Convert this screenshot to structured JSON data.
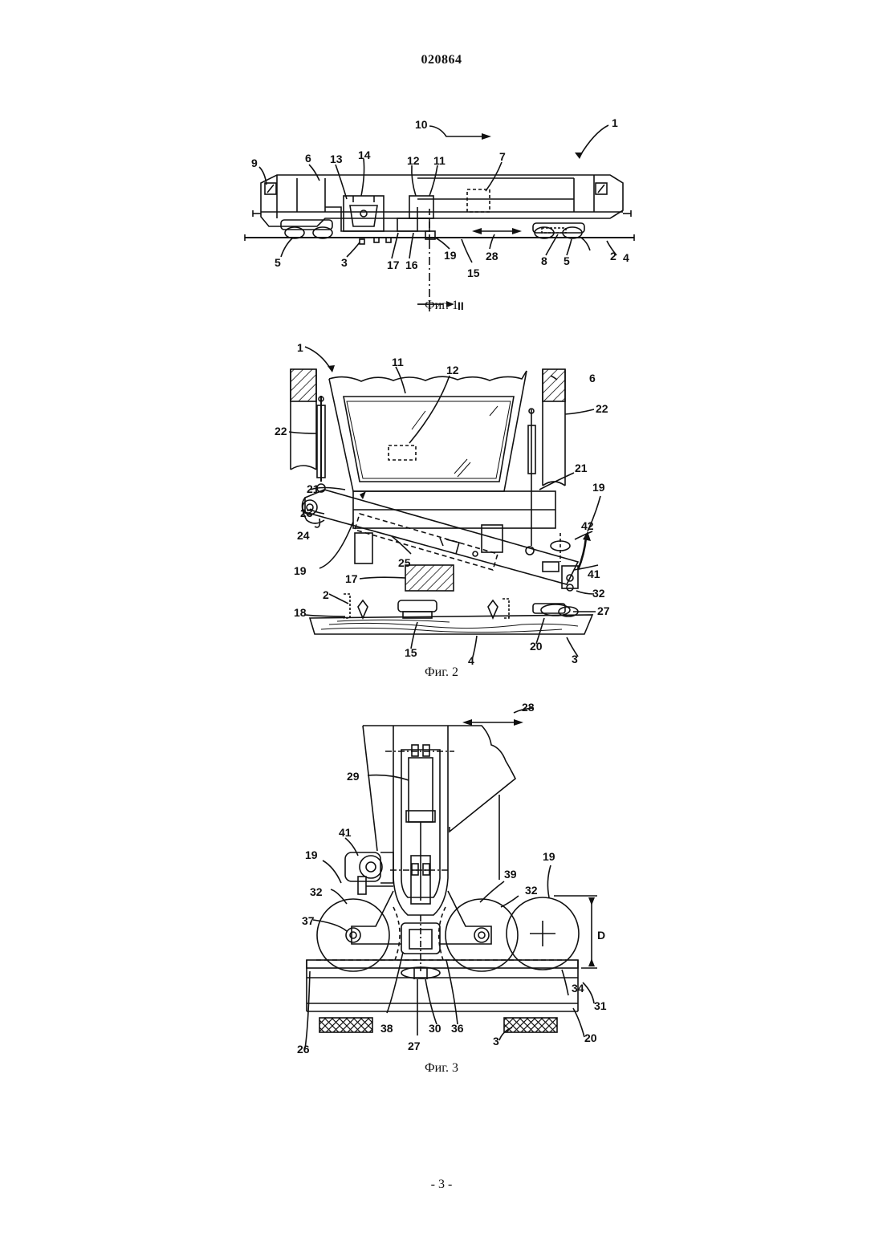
{
  "document": {
    "number": "020864",
    "page_number": "- 3 -"
  },
  "figures": [
    {
      "id": "fig1",
      "caption": "Фиг. 1",
      "labels": [
        "1",
        "2",
        "3",
        "4",
        "5",
        "5",
        "6",
        "7",
        "8",
        "9",
        "10",
        "11",
        "12",
        "13",
        "14",
        "15",
        "16",
        "17",
        "19",
        "28",
        "II"
      ]
    },
    {
      "id": "fig2",
      "caption": "Фиг. 2",
      "labels": [
        "1",
        "2",
        "3",
        "4",
        "6",
        "11",
        "12",
        "15",
        "17",
        "18",
        "19",
        "19",
        "20",
        "21",
        "21",
        "22",
        "22",
        "23",
        "24",
        "25",
        "27",
        "32",
        "41",
        "42"
      ]
    },
    {
      "id": "fig3",
      "caption": "Фиг. 3",
      "labels": [
        "3",
        "19",
        "19",
        "20",
        "26",
        "27",
        "28",
        "29",
        "30",
        "31",
        "32",
        "32",
        "34",
        "36",
        "37",
        "38",
        "39",
        "41",
        "D"
      ]
    }
  ]
}
